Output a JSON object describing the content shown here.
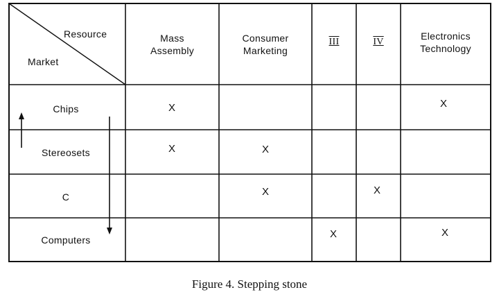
{
  "table": {
    "corner": {
      "top_right": "Resource",
      "bottom_left": "Market"
    },
    "columns": [
      "Mass Assembly",
      "Consumer Marketing",
      "III",
      "IV",
      "Electronics Technology"
    ],
    "rows": [
      "Chips",
      "Stereosets",
      "C",
      "Computers"
    ],
    "cells": [
      [
        "X",
        "",
        "",
        "",
        "X"
      ],
      [
        "X",
        "X",
        "",
        "",
        ""
      ],
      [
        "",
        "X",
        "",
        "X",
        ""
      ],
      [
        "",
        "",
        "X",
        "",
        "X"
      ]
    ]
  },
  "caption": "Figure 4. Stepping stone"
}
